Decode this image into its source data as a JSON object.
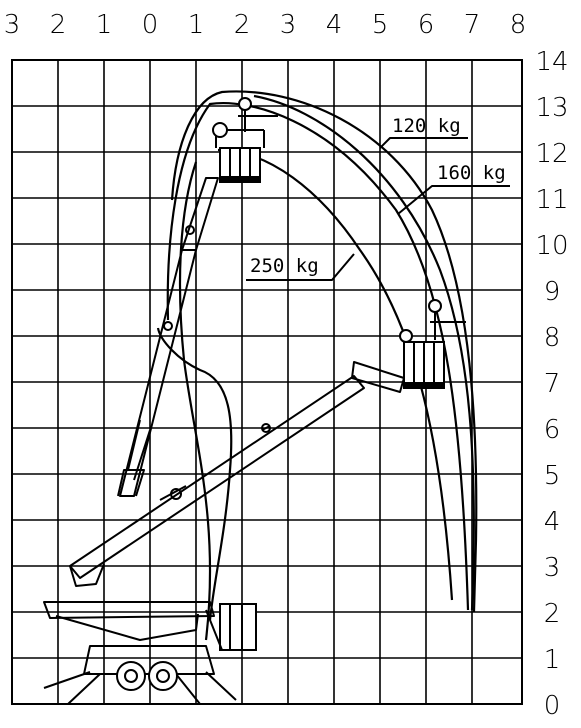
{
  "diagram": {
    "top_ticks": [
      "3",
      "2",
      "1",
      "0",
      "1",
      "2",
      "3",
      "4",
      "5",
      "6",
      "7",
      "8"
    ],
    "right_ticks": [
      "14",
      "13",
      "12",
      "11",
      "10",
      "9",
      "8",
      "7",
      "6",
      "5",
      "4",
      "3",
      "2",
      "1",
      "0"
    ],
    "load_labels": [
      {
        "text": "120 kg"
      },
      {
        "text": "160 kg"
      },
      {
        "text": "250 kg"
      }
    ]
  }
}
